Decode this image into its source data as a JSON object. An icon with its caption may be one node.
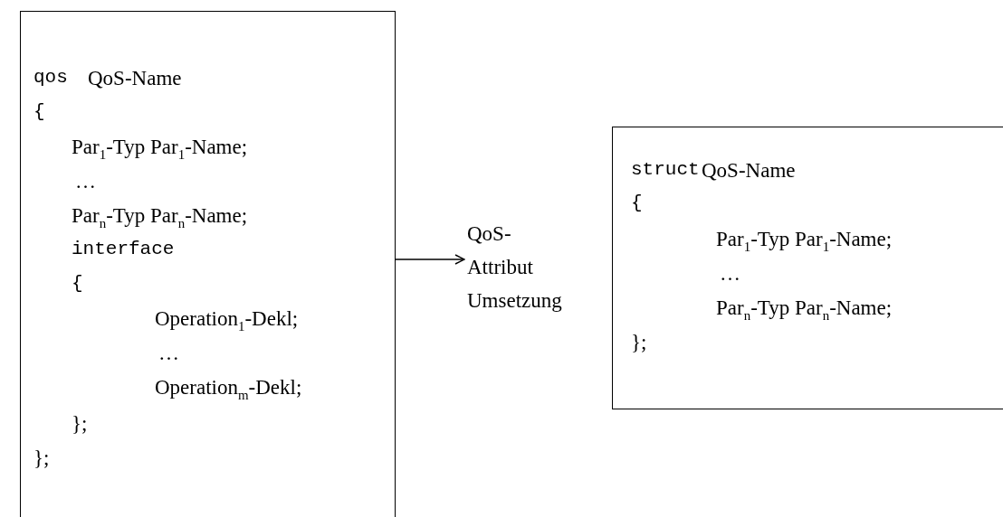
{
  "diagram": {
    "nodes": [
      {
        "text": [
          "qos",
          "QoS-Name",
          "{",
          "Par$_{1}$-Typ Par$_{1}$-Name;",
          "…",
          "Par$_{n}$-Typ Par$_{n}$-Name;",
          "interface",
          "{",
          "Operation$_{1}$-Dekl;",
          "…",
          "Operation$_{m}$-Dekl;",
          "};",
          "};"
        ]
      },
      {
        "text": [
          "struct",
          "QoS-Name",
          "{",
          "Par$_{1}$-Typ Par$_{1}$-Name;",
          "…",
          "Par$_{n}$-Typ Par$_{n}$-Name;",
          "};"
        ]
      },
      {
        "text": [
          "QoS- Attribut Umsetzung"
        ]
      }
    ],
    "edges": [
      {
        "from": 0,
        "to": 2,
        "arrow": "to"
      }
    ]
  }
}
